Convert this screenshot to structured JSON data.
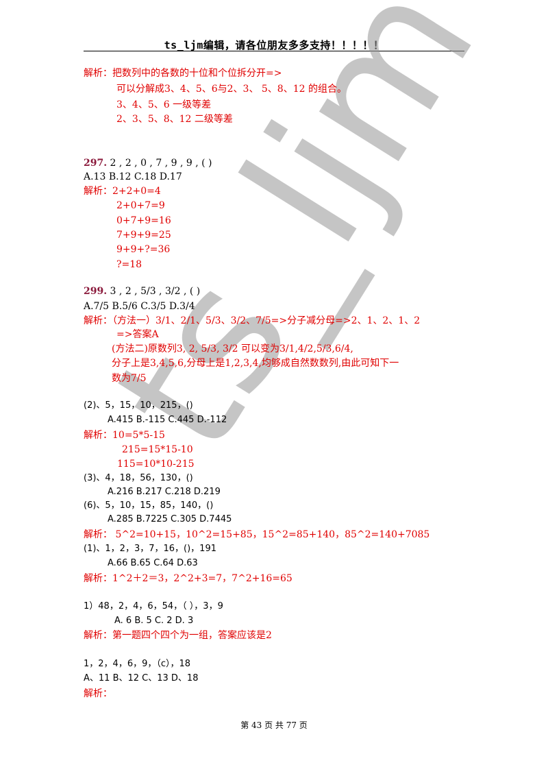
{
  "header": "ts_ljm编辑，请各位朋友多多支持！！！！！",
  "watermark": "ts_ljm",
  "footer": "第 43 页 共 77 页",
  "blocks": {
    "a1": "解析：把数列中的各数的十位和个位拆分开=>",
    "a2": "可以分解成3、4、5、6与2、3、  5、8、12 的组合。",
    "a3": "3、4、5、6 一级等差",
    "a4": "2、3、5、8、12   二级等差",
    "q297_num": "297.",
    "q297_seq": " 2 , 2 , 0 , 7 , 9 , 9 , ( )",
    "q297_opts": "A.13    B.12    C.18    D.17",
    "q297_e1": "解析：2+2+0=4",
    "q297_e2": "2+0+7=9",
    "q297_e3": "0+7+9=16",
    "q297_e4": "7+9+9=25",
    "q297_e5": "9+9+?=36",
    "q297_e6": "?=18",
    "q299_num": "299.",
    "q299_seq": " 3 , 2 , 5/3 , 3/2 , ( )",
    "q299_opts": "A.7/5    B.5/6    C.3/5    D.3/4",
    "q299_e1": "解析：（方法一）3/1、2/1、5/3、3/2、7/5=>分子减分母=>2、1、2、1、2",
    "q299_e2": "=>答案A",
    "q299_e3": "(方法二)原数列3,   2,    5/3,    3/2 可以变为3/1,4/2,5/3,6/4,",
    "q299_e4": "分子上是3,4,5,6,分母上是1,2,3,4,均够成自然数数列,由此可知下一",
    "q299_e5": "数为7/5",
    "q2_seq": "(2)、5，15，10，215，()",
    "q2_opts": "A.415 B.-115 C.445 D.-112",
    "q2_e1": "解析：10=5*5-15",
    "q2_e2": "215=15*15-10",
    "q2_e3": "115=10*10-215",
    "q3_seq": "(3)、4，18，56，130，()",
    "q3_opts": "A.216 B.217 C.218 D.219",
    "q6_seq": "(6)、5，10，15，85，140，()",
    "q6_opts": "A.285 B.7225 C.305 D.7445",
    "q6_e1": "解析： 5^2=10+15，10^2=15+85，15^2=85+140，85^2=140+7085",
    "q1_seq": "(1)、1，2，3，7，16，()，191",
    "q1_opts": "A.66 B.65 C.64 D.63",
    "q1_e1": "解析：1^2＋2＝3，2^2+3=7，7^2+16=65",
    "q1b_seq": "1）48，2，4，6，54，（ ），3，9",
    "q1b_opts": "A. 6 B. 5 C. 2 D. 3",
    "q1b_e1": "解析：第一题四个四个为一组，答案应该是2",
    "q_last_seq": "1，2，4，6，9，（c），18",
    "q_last_opts": "A、11  B、12  C、13  D、18",
    "q_last_e1": "解析："
  }
}
